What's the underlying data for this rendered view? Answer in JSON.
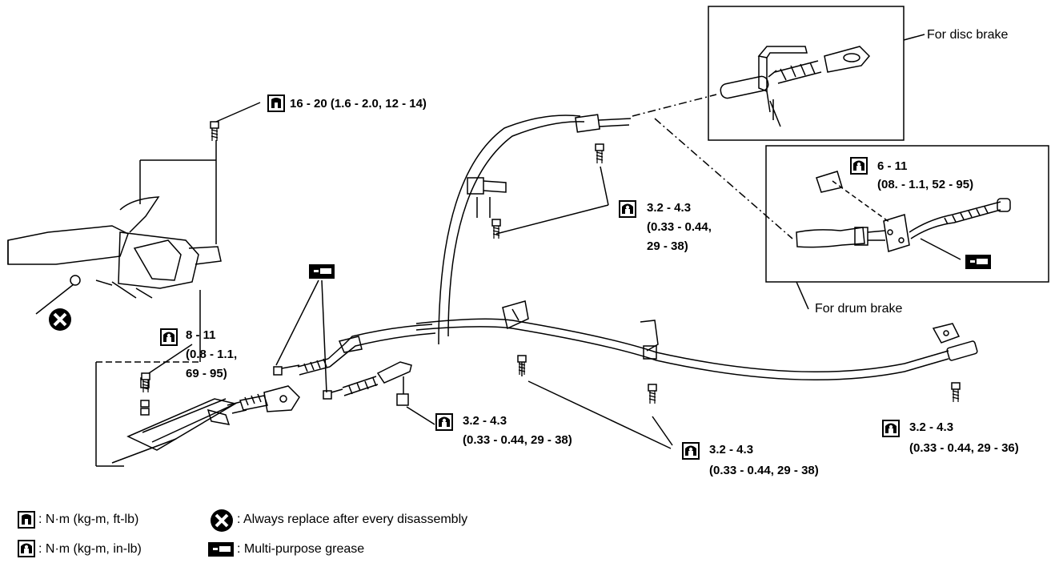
{
  "labels": {
    "lever_bolt_torque": "16 - 20 (1.6 - 2.0, 12 - 14)",
    "disc_brake": "For disc brake",
    "drum_brake": "For drum brake",
    "drum_torque_1": "6 - 11",
    "drum_torque_2": "(08. - 1.1, 52 - 95)",
    "front_cable_torque_1": "3.2 - 4.3",
    "front_cable_torque_2": "(0.33 - 0.44,",
    "front_cable_torque_3": "29 - 38)",
    "equalizer_torque_1": "8 - 11",
    "equalizer_torque_2": "(0.8 - 1.1,",
    "equalizer_torque_3": "69 - 95)",
    "rear_left_torque_1": "3.2 - 4.3",
    "rear_left_torque_2": "(0.33 - 0.44, 29 - 38)",
    "rear_mid_torque_1": "3.2 - 4.3",
    "rear_mid_torque_2": "(0.33 - 0.44, 29 - 38)",
    "rear_right_torque_1": "3.2 - 4.3",
    "rear_right_torque_2": "(0.33 - 0.44, 29 - 36)"
  },
  "legend": {
    "nm_kgm_ftlb": ": N·m (kg-m, ft-lb)",
    "nm_kgm_inlb": ": N·m (kg-m, in-lb)",
    "always_replace": ": Always replace after every disassembly",
    "multi_purpose_grease": ": Multi-purpose grease"
  }
}
